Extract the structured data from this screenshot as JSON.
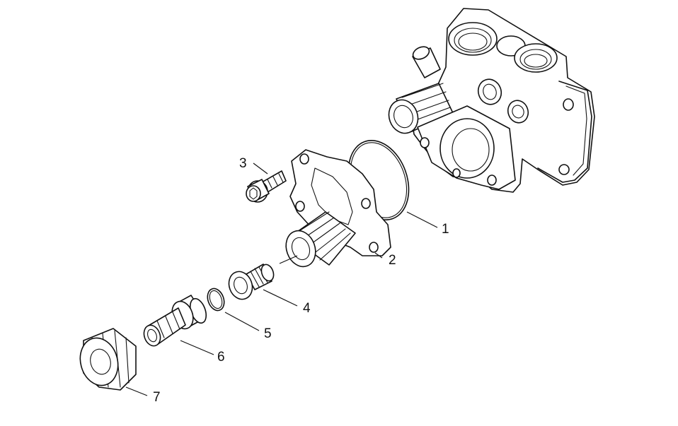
{
  "diagram": {
    "type": "exploded-parts-view",
    "callouts": [
      {
        "id": "1",
        "label": "1",
        "part": "o-ring-large"
      },
      {
        "id": "2",
        "label": "2",
        "part": "flange-cover"
      },
      {
        "id": "3",
        "label": "3",
        "part": "socket-head-screw"
      },
      {
        "id": "4",
        "label": "4",
        "part": "filter-insert"
      },
      {
        "id": "5",
        "label": "5",
        "part": "o-ring-small"
      },
      {
        "id": "6",
        "label": "6",
        "part": "hose-nozzle"
      },
      {
        "id": "7",
        "label": "7",
        "part": "union-nut"
      }
    ]
  }
}
